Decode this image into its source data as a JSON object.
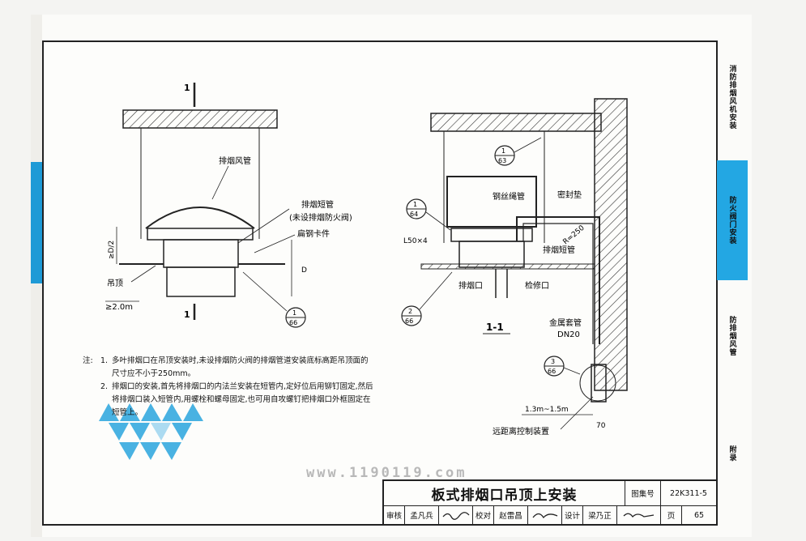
{
  "sidebar": {
    "sections": [
      {
        "label": "消防排烟风机安装",
        "active": false
      },
      {
        "label": "防火阀门安装",
        "active": true
      },
      {
        "label": "防排烟风管",
        "active": false
      },
      {
        "label": "附录",
        "active": false
      }
    ]
  },
  "drawing": {
    "left_view": {
      "section_mark_top": "1",
      "section_mark_bottom": "1",
      "label_duct": "排烟风管",
      "label_short_pipe": "排烟短管",
      "label_no_damper": "(未设排烟防火阀)",
      "label_flat_clip": "扁钢卡件",
      "label_ceiling": "吊顶",
      "dim_half_d": "≥D/2",
      "dim_d": "D",
      "dim_width": "≥2.0m",
      "ref_detail": {
        "num": "1",
        "sheet": "66"
      }
    },
    "right_view": {
      "ref_a": {
        "num": "1",
        "sheet": "63"
      },
      "ref_b": {
        "num": "1",
        "sheet": "64"
      },
      "ref_c": {
        "num": "2",
        "sheet": "66"
      },
      "ref_d": {
        "num": "3",
        "sheet": "66"
      },
      "label_wire_tube": "钢丝绳管",
      "label_seal": "密封垫",
      "label_angle": "L50×4",
      "label_radius": "R=250",
      "label_short_pipe": "排烟短管",
      "label_outlet": "排烟口",
      "label_access": "检修口",
      "label_sleeve": "金属套管",
      "label_dn": "DN20",
      "label_height": "1.3m~1.5m",
      "label_gap": "70",
      "label_remote": "远距离控制装置",
      "section_title": "1-1"
    }
  },
  "notes": {
    "heading": "注:",
    "items": [
      {
        "num": "1.",
        "text": "多叶排烟口在吊顶安装时,未设排烟防火阀的排烟管道安装底标高距吊顶面的尺寸应不小于250mm。"
      },
      {
        "num": "2.",
        "text": "排烟口的安装,首先将排烟口的内法兰安装在短管内,定好位后用铆钉固定,然后将排烟口装入短管内,用螺栓和螺母固定,也可用自攻螺钉把排烟口外框固定在短管上。"
      }
    ]
  },
  "watermark": "www.1190119.com",
  "title_block": {
    "title": "板式排烟口吊顶上安装",
    "atlas_label": "图集号",
    "atlas_no": "22K311-5",
    "review_label": "审核",
    "review_name": "孟凡兵",
    "check_label": "校对",
    "check_name": "赵雷昌",
    "design_label": "设计",
    "design_name": "梁乃正",
    "page_label": "页",
    "page_no": "65"
  },
  "colors": {
    "accent_blue": "#1e9ad6",
    "line": "#222222"
  }
}
